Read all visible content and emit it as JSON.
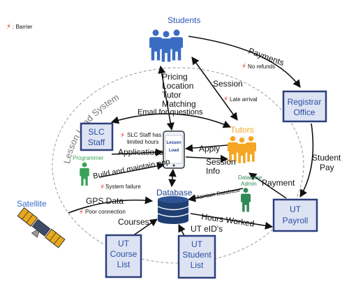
{
  "legend": {
    "barrier_label": ": Barrier"
  },
  "nodes": {
    "students": "Students",
    "tutors": "Tutors",
    "registrar": [
      "Registrar",
      "Office"
    ],
    "slc_staff": [
      "SLC",
      "Staff"
    ],
    "programmer": "Programmer",
    "database": "Database",
    "database_admin": [
      "Database",
      "Admin"
    ],
    "satellite": "Satellite",
    "ut_payroll": [
      "UT",
      "Payroll"
    ],
    "ut_course_list": [
      "UT",
      "Course",
      "List"
    ],
    "ut_student_list": [
      "UT",
      "Student",
      "List"
    ],
    "app": [
      "Lesson",
      "Load"
    ]
  },
  "system_label": "Lesson Load System",
  "edges": {
    "pricing": [
      "Pricing",
      "Location",
      "Tutor",
      "Matching"
    ],
    "session": "Session",
    "payments": "Payments",
    "email": "Email for questions",
    "applications": "Applications",
    "apply": "Apply",
    "session_info": [
      "Session",
      "Info"
    ],
    "build_app": "Build and maintain app",
    "gps": "GPS Data",
    "maintain_db": "Maintain Database",
    "payment": "Payment",
    "hours_worked": "Hours Worked",
    "courses": "Courses",
    "ut_eids": "UT eID's",
    "student_pay": [
      "Student",
      "Pay"
    ]
  },
  "barriers": {
    "no_refunds": "No refunds",
    "late_arrival": "Late arrival",
    "slc_staff_hours": [
      "SLC Staff has",
      "limited hours"
    ],
    "system_failure": "System failure",
    "poor_connection": "Poor connection"
  },
  "colors": {
    "people_blue": "#3a6cc4",
    "tutors_orange": "#f5a623",
    "programmer_green": "#3aa35a",
    "admin_green": "#2f8a55",
    "box_fill": "#dde3f3",
    "box_border": "#2d3f7c",
    "barrier_red": "#e0241b",
    "database_navy": "#1f3f73"
  },
  "icons": {
    "barrier": "lightning-bolt-icon",
    "students": "people-group-icon",
    "tutors": "people-group-icon",
    "database": "database-cylinder-icon",
    "app": "smartphone-icon",
    "satellite": "satellite-icon"
  }
}
